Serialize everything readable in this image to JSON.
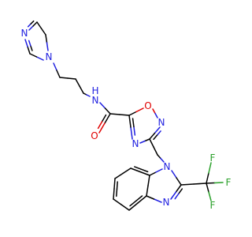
{
  "molecule": {
    "atom_labels": {
      "imidazole_n3": "N",
      "imidazole_n1": "N",
      "amide_n": "N",
      "amide_h": "H",
      "amide_o": "O",
      "oxadiazole_o1": "O",
      "oxadiazole_n2": "N",
      "oxadiazole_n4": "N",
      "benzimidazole_n1": "N",
      "benzimidazole_n3": "N",
      "f1": "F",
      "f2": "F",
      "f3": "F"
    },
    "colors": {
      "carbon_bond": "#000000",
      "nitrogen": "#1f1fe0",
      "oxygen": "#e00000",
      "fluorine": "#2aa02a",
      "background": "#ffffff"
    }
  }
}
